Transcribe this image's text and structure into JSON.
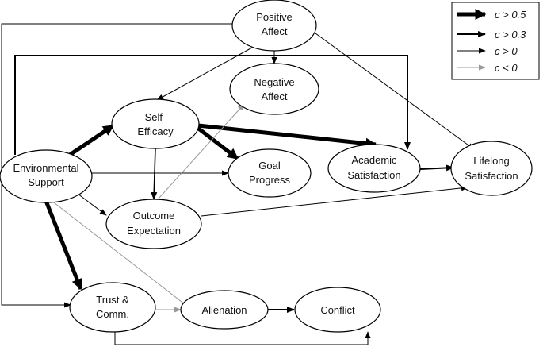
{
  "nodes": {
    "positive_affect": [
      "Positive",
      "Affect"
    ],
    "negative_affect": [
      "Negative",
      "Affect"
    ],
    "self_efficacy": [
      "Self-",
      "Efficacy"
    ],
    "environmental_support": [
      "Environmental",
      "Support"
    ],
    "goal_progress": [
      "Goal",
      "Progress"
    ],
    "academic_satisfaction": [
      "Academic",
      "Satisfaction"
    ],
    "lifelong_satisfaction": [
      "Lifelong",
      "Satisfaction"
    ],
    "outcome_expectation": [
      "Outcome",
      "Expectation"
    ],
    "trust_comm": [
      "Trust &",
      "Comm."
    ],
    "alienation": [
      "Alienation"
    ],
    "conflict": [
      "Conflict"
    ]
  },
  "legend": [
    {
      "label": "c > 0.5",
      "weight": "heavy",
      "color": "#000000"
    },
    {
      "label": "c > 0.3",
      "weight": "medium",
      "color": "#000000"
    },
    {
      "label": "c > 0",
      "weight": "thin",
      "color": "#000000"
    },
    {
      "label": "c < 0",
      "weight": "thin",
      "color": "#999999"
    }
  ],
  "edges": [
    {
      "from": "positive_affect",
      "to": "negative_affect",
      "weight": "thin",
      "color": "#000000"
    },
    {
      "from": "positive_affect",
      "to": "self_efficacy",
      "weight": "thin",
      "color": "#000000"
    },
    {
      "from": "positive_affect",
      "to": "lifelong_satisfaction",
      "weight": "thin",
      "color": "#000000"
    },
    {
      "from": "positive_affect",
      "to": "trust_comm",
      "weight": "thin",
      "color": "#000000"
    },
    {
      "from": "environmental_support",
      "to": "academic_satisfaction",
      "weight": "medium",
      "color": "#000000"
    },
    {
      "from": "environmental_support",
      "to": "self_efficacy",
      "weight": "heavy",
      "color": "#000000"
    },
    {
      "from": "environmental_support",
      "to": "goal_progress",
      "weight": "thin",
      "color": "#000000"
    },
    {
      "from": "environmental_support",
      "to": "outcome_expectation",
      "weight": "thin",
      "color": "#000000"
    },
    {
      "from": "environmental_support",
      "to": "trust_comm",
      "weight": "heavy",
      "color": "#000000"
    },
    {
      "from": "environmental_support",
      "to": "alienation",
      "weight": "thin",
      "color": "#999999"
    },
    {
      "from": "self_efficacy",
      "to": "goal_progress",
      "weight": "heavy",
      "color": "#000000"
    },
    {
      "from": "self_efficacy",
      "to": "academic_satisfaction",
      "weight": "heavy",
      "color": "#000000"
    },
    {
      "from": "self_efficacy",
      "to": "outcome_expectation",
      "weight": "medium",
      "color": "#000000"
    },
    {
      "from": "outcome_expectation",
      "to": "negative_affect",
      "weight": "thin",
      "color": "#999999"
    },
    {
      "from": "outcome_expectation",
      "to": "lifelong_satisfaction",
      "weight": "thin",
      "color": "#000000"
    },
    {
      "from": "academic_satisfaction",
      "to": "lifelong_satisfaction",
      "weight": "medium",
      "color": "#000000"
    },
    {
      "from": "trust_comm",
      "to": "alienation",
      "weight": "thin",
      "color": "#999999"
    },
    {
      "from": "alienation",
      "to": "conflict",
      "weight": "medium",
      "color": "#000000"
    },
    {
      "from": "trust_comm",
      "to": "conflict",
      "weight": "thin",
      "color": "#000000"
    }
  ]
}
